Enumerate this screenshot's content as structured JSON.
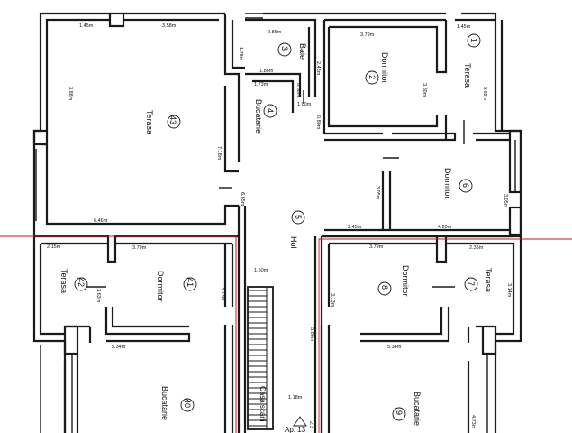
{
  "rooms": [
    {
      "name": "Terasa",
      "number": "43"
    },
    {
      "name": "Baie",
      "number": "3"
    },
    {
      "name": "Dormitor",
      "number": "2"
    },
    {
      "name": "Terasa",
      "number": "1"
    },
    {
      "name": "Bucatarie",
      "number": "4"
    },
    {
      "name": "Dormitor",
      "number": "6"
    },
    {
      "name": "Hol",
      "number": "5"
    },
    {
      "name": "Terasa",
      "number": "42"
    },
    {
      "name": "Dormitor",
      "number": "41"
    },
    {
      "name": "Dormitor",
      "number": "8"
    },
    {
      "name": "Terasa",
      "number": "7"
    },
    {
      "name": "Bucatarie",
      "number": "40"
    },
    {
      "name": "Bucatarie",
      "number": "9"
    }
  ],
  "stair_label": "Casa scarii",
  "apartment_label": "Ap. 13",
  "dimensions": [
    "1.45m",
    "3.58m",
    "2.86m",
    "3.79m",
    "1.45m",
    "1.78m",
    "1.86m",
    "1.73m",
    "2.48m",
    "0.68m",
    "1.00m",
    "0.80m",
    "3.88m",
    "7.18m",
    "3.80m",
    "3.82m",
    "6.85m",
    "3.05m",
    "3.05m",
    "6.46m",
    "2.45m",
    "4.20m",
    "2.15m",
    "3.79m",
    "3.79m",
    "2.35m",
    "1.50m",
    "3.63m",
    "3.13m",
    "3.13m",
    "3.14m",
    "5.34m",
    "5.34m",
    "5.86m",
    "1.18m",
    "4.73m",
    "2.3"
  ]
}
